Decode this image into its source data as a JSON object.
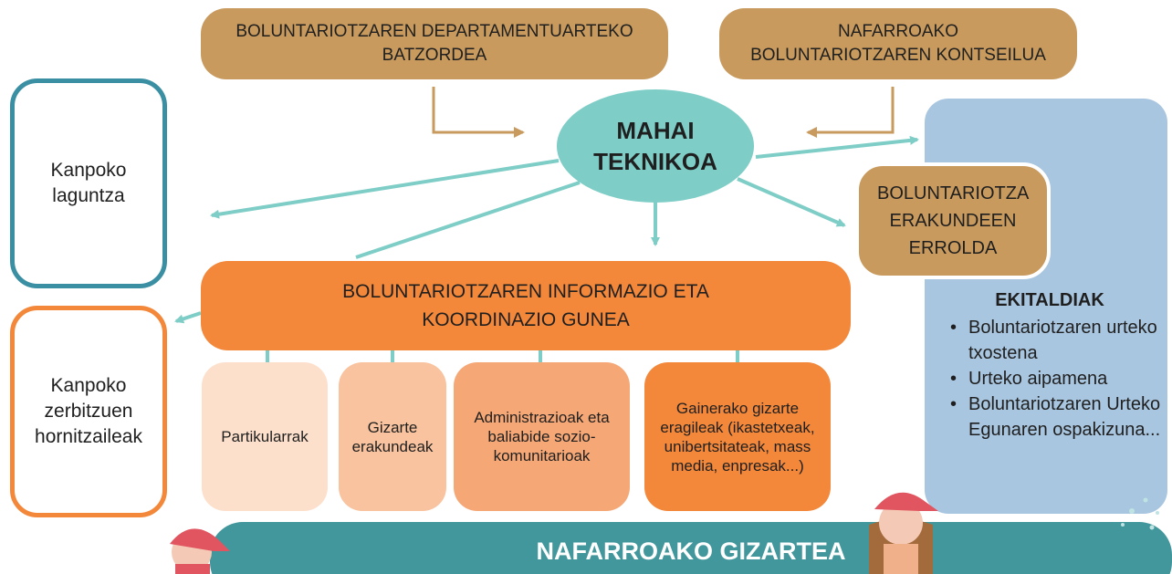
{
  "top_boxes": {
    "interdepartmental": "BOLUNTARIOTZAREN DEPARTAMENTUARTEKO BATZORDEA",
    "council": "NAFARROAKO BOLUNTARIOTZAREN KONTSEILUA"
  },
  "center": {
    "label": "MAHAI TEKNIKOA"
  },
  "left_boxes": {
    "external_help": "Kanpoko laguntza",
    "external_providers": "Kanpoko zerbitzuen hornitzaileak"
  },
  "registry": {
    "label": "BOLUNTARIOTZA ERAKUNDEEN ERROLDA"
  },
  "info_center": {
    "label": "BOLUNTARIOTZAREN INFORMAZIO ETA KOORDINAZIO GUNEA"
  },
  "sub_boxes": {
    "individuals": "Partikularrak",
    "social_entities": "Gizarte erakundeak",
    "administrations": "Administrazioak eta baliabide sozio-komunitarioak",
    "other_agents": "Gainerako gizarte eragileak (ikastetxeak, unibertsitateak, mass media, enpresak...)"
  },
  "events": {
    "title": "EKITALDIAK",
    "items": [
      "Boluntariotzaren urteko txostena",
      "Urteko aipamena",
      "Boluntariotzaren Urteko Egunaren ospakizuna..."
    ]
  },
  "footer": {
    "label": "NAFARROAKO GIZARTEA"
  },
  "colors": {
    "brown": "#c89a5e",
    "teal": "#7ecdc6",
    "orange": "#f3873a",
    "blue_panel": "#a9c6e0",
    "footer_teal": "#41979c"
  }
}
